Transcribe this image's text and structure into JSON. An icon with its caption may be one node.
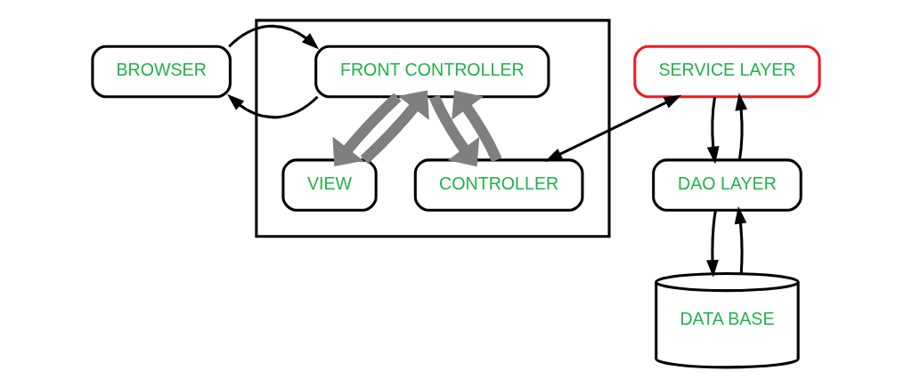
{
  "diagram": {
    "nodes": [
      {
        "text": [
          "BROWSER"
        ]
      },
      {
        "text": [],
        "shape": "box"
      },
      {
        "text": [
          "FRONT CONTROLLER"
        ],
        "in": 1
      },
      {
        "text": [
          "VIEW"
        ],
        "in": 1
      },
      {
        "text": [
          "CONTROLLER"
        ],
        "in": 1
      },
      {
        "text": [
          "SERVICE LAYER"
        ]
      },
      {
        "text": [
          "DAO LAYER"
        ]
      },
      {
        "text": [
          "DATA BASE"
        ]
      }
    ],
    "edges": [
      {
        "from": 0,
        "to": 2,
        "arrow": "to"
      },
      {
        "from": 2,
        "to": 0,
        "arrow": "to"
      },
      {
        "from": 3,
        "to": 2,
        "arrow": "to",
        "style": "thick",
        "color": "#7f7f7f"
      },
      {
        "from": 2,
        "to": 3,
        "arrow": "to",
        "style": "thick",
        "color": "#7f7f7f"
      },
      {
        "from": 4,
        "to": 2,
        "arrow": "to",
        "style": "thick",
        "color": "#7f7f7f"
      },
      {
        "from": 2,
        "to": 4,
        "arrow": "to",
        "style": "thick",
        "color": "#7f7f7f"
      },
      {
        "from": 4,
        "to": 5,
        "arrow": "both"
      },
      {
        "from": 5,
        "to": 6,
        "arrow": "to"
      },
      {
        "from": 6,
        "to": 5,
        "arrow": "to"
      },
      {
        "from": 6,
        "to": 7,
        "arrow": "to"
      },
      {
        "from": 7,
        "to": 6,
        "arrow": "to"
      }
    ]
  }
}
